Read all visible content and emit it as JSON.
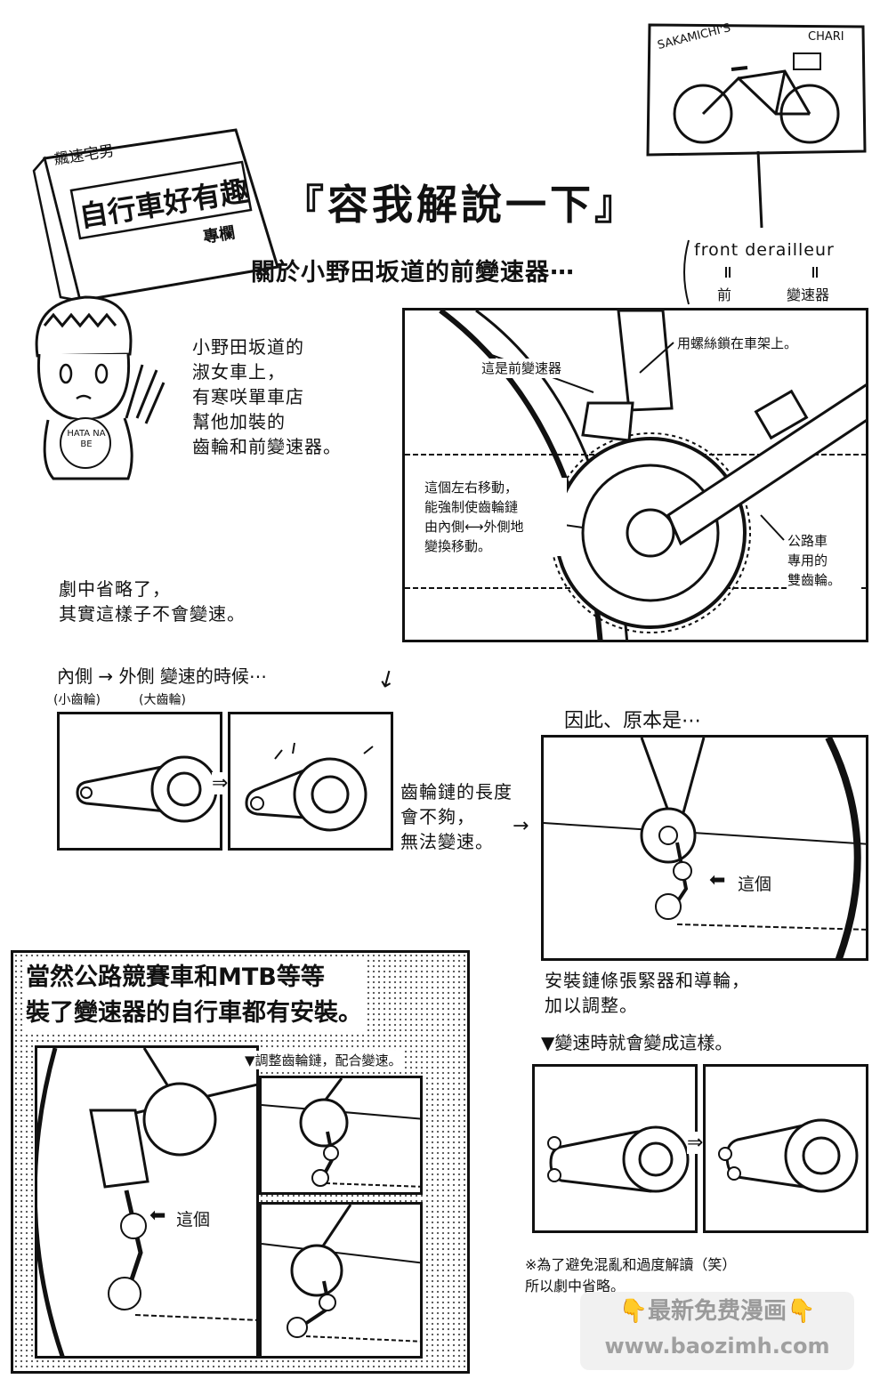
{
  "header": {
    "sign_line1": "飆速宅男",
    "sign_line2": "自行車好有趣",
    "sign_line3": "專欄",
    "title": "『容我解說一下』",
    "subtitle": "關於小野田坂道的前變速器⋯",
    "term_en": "front derailleur",
    "term_part1": "前",
    "term_part2": "變速器",
    "bike_sign_left": "SAKAMICHI'S",
    "bike_sign_right": "CHARI"
  },
  "intro": {
    "character_shirt": "HATA NA BE",
    "text": "小野田坂道的\n淑女車上，\n有寒咲單車店\n幫他加裝的\n齒輪和前變速器。"
  },
  "derailleur_panel": {
    "label_derailleur": "這是前變速器",
    "label_bolt": "用螺絲鎖在車架上。",
    "label_move": "這個左右移動，\n能強制使齒輪鏈\n由內側⟷外側地\n變換移動。",
    "label_double": "公路車\n專用的\n雙齒輪。"
  },
  "omission": {
    "text": "劇中省略了，\n其實這樣子不會變速。",
    "shift_label": "內側 → 外側 變速的時候⋯",
    "small_gear": "(小齒輪)",
    "big_gear": "(大齒輪)",
    "chain_text": "齒輪鏈的長度\n會不夠，\n無法變速。"
  },
  "rear_panel": {
    "intro": "因此、原本是⋯",
    "pointer": "這個",
    "caption": "安裝鏈條張緊器和導輪，\n加以調整。",
    "result": "▼變速時就會變成這樣。",
    "footnote": "※為了避免混亂和過度解讀（笑）\n所以劇中省略。"
  },
  "box": {
    "heading": "當然公路競賽車和MTB等等\n裝了變速器的自行車都有安裝。",
    "pointer": "這個",
    "sub_caption": "▼調整齒輪鏈，配合變速。"
  },
  "watermark": {
    "line1": "👇最新免费漫画👇",
    "line2": "www.baozimh.com"
  }
}
